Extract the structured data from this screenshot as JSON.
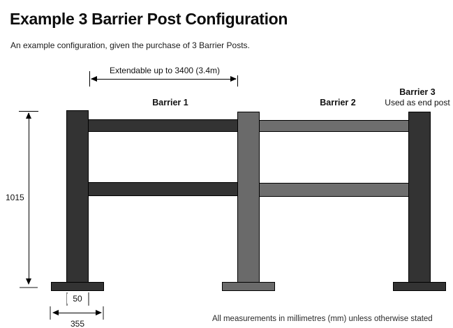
{
  "page": {
    "title": "Example 3 Barrier Post Configuration",
    "subtitle": "An example configuration, given the purchase of 3 Barrier Posts.",
    "footer_note": "All measurements in millimetres (mm) unless otherwise stated"
  },
  "diagram": {
    "labels": {
      "barrier1": "Barrier 1",
      "barrier2": "Barrier 2",
      "barrier3": "Barrier 3",
      "barrier3_note": "Used as end post"
    },
    "dimensions": {
      "extendable": "Extendable up to 3400 (3.4m)",
      "overall_height": "1015",
      "post_width": "50",
      "base_width": "355"
    },
    "colors": {
      "post_dark": "#333333",
      "post_gray": "#6a6a6a",
      "rail_gray": "#6e6e6e",
      "outline": "#000000",
      "tick_gray": "#8a8a8a"
    }
  }
}
